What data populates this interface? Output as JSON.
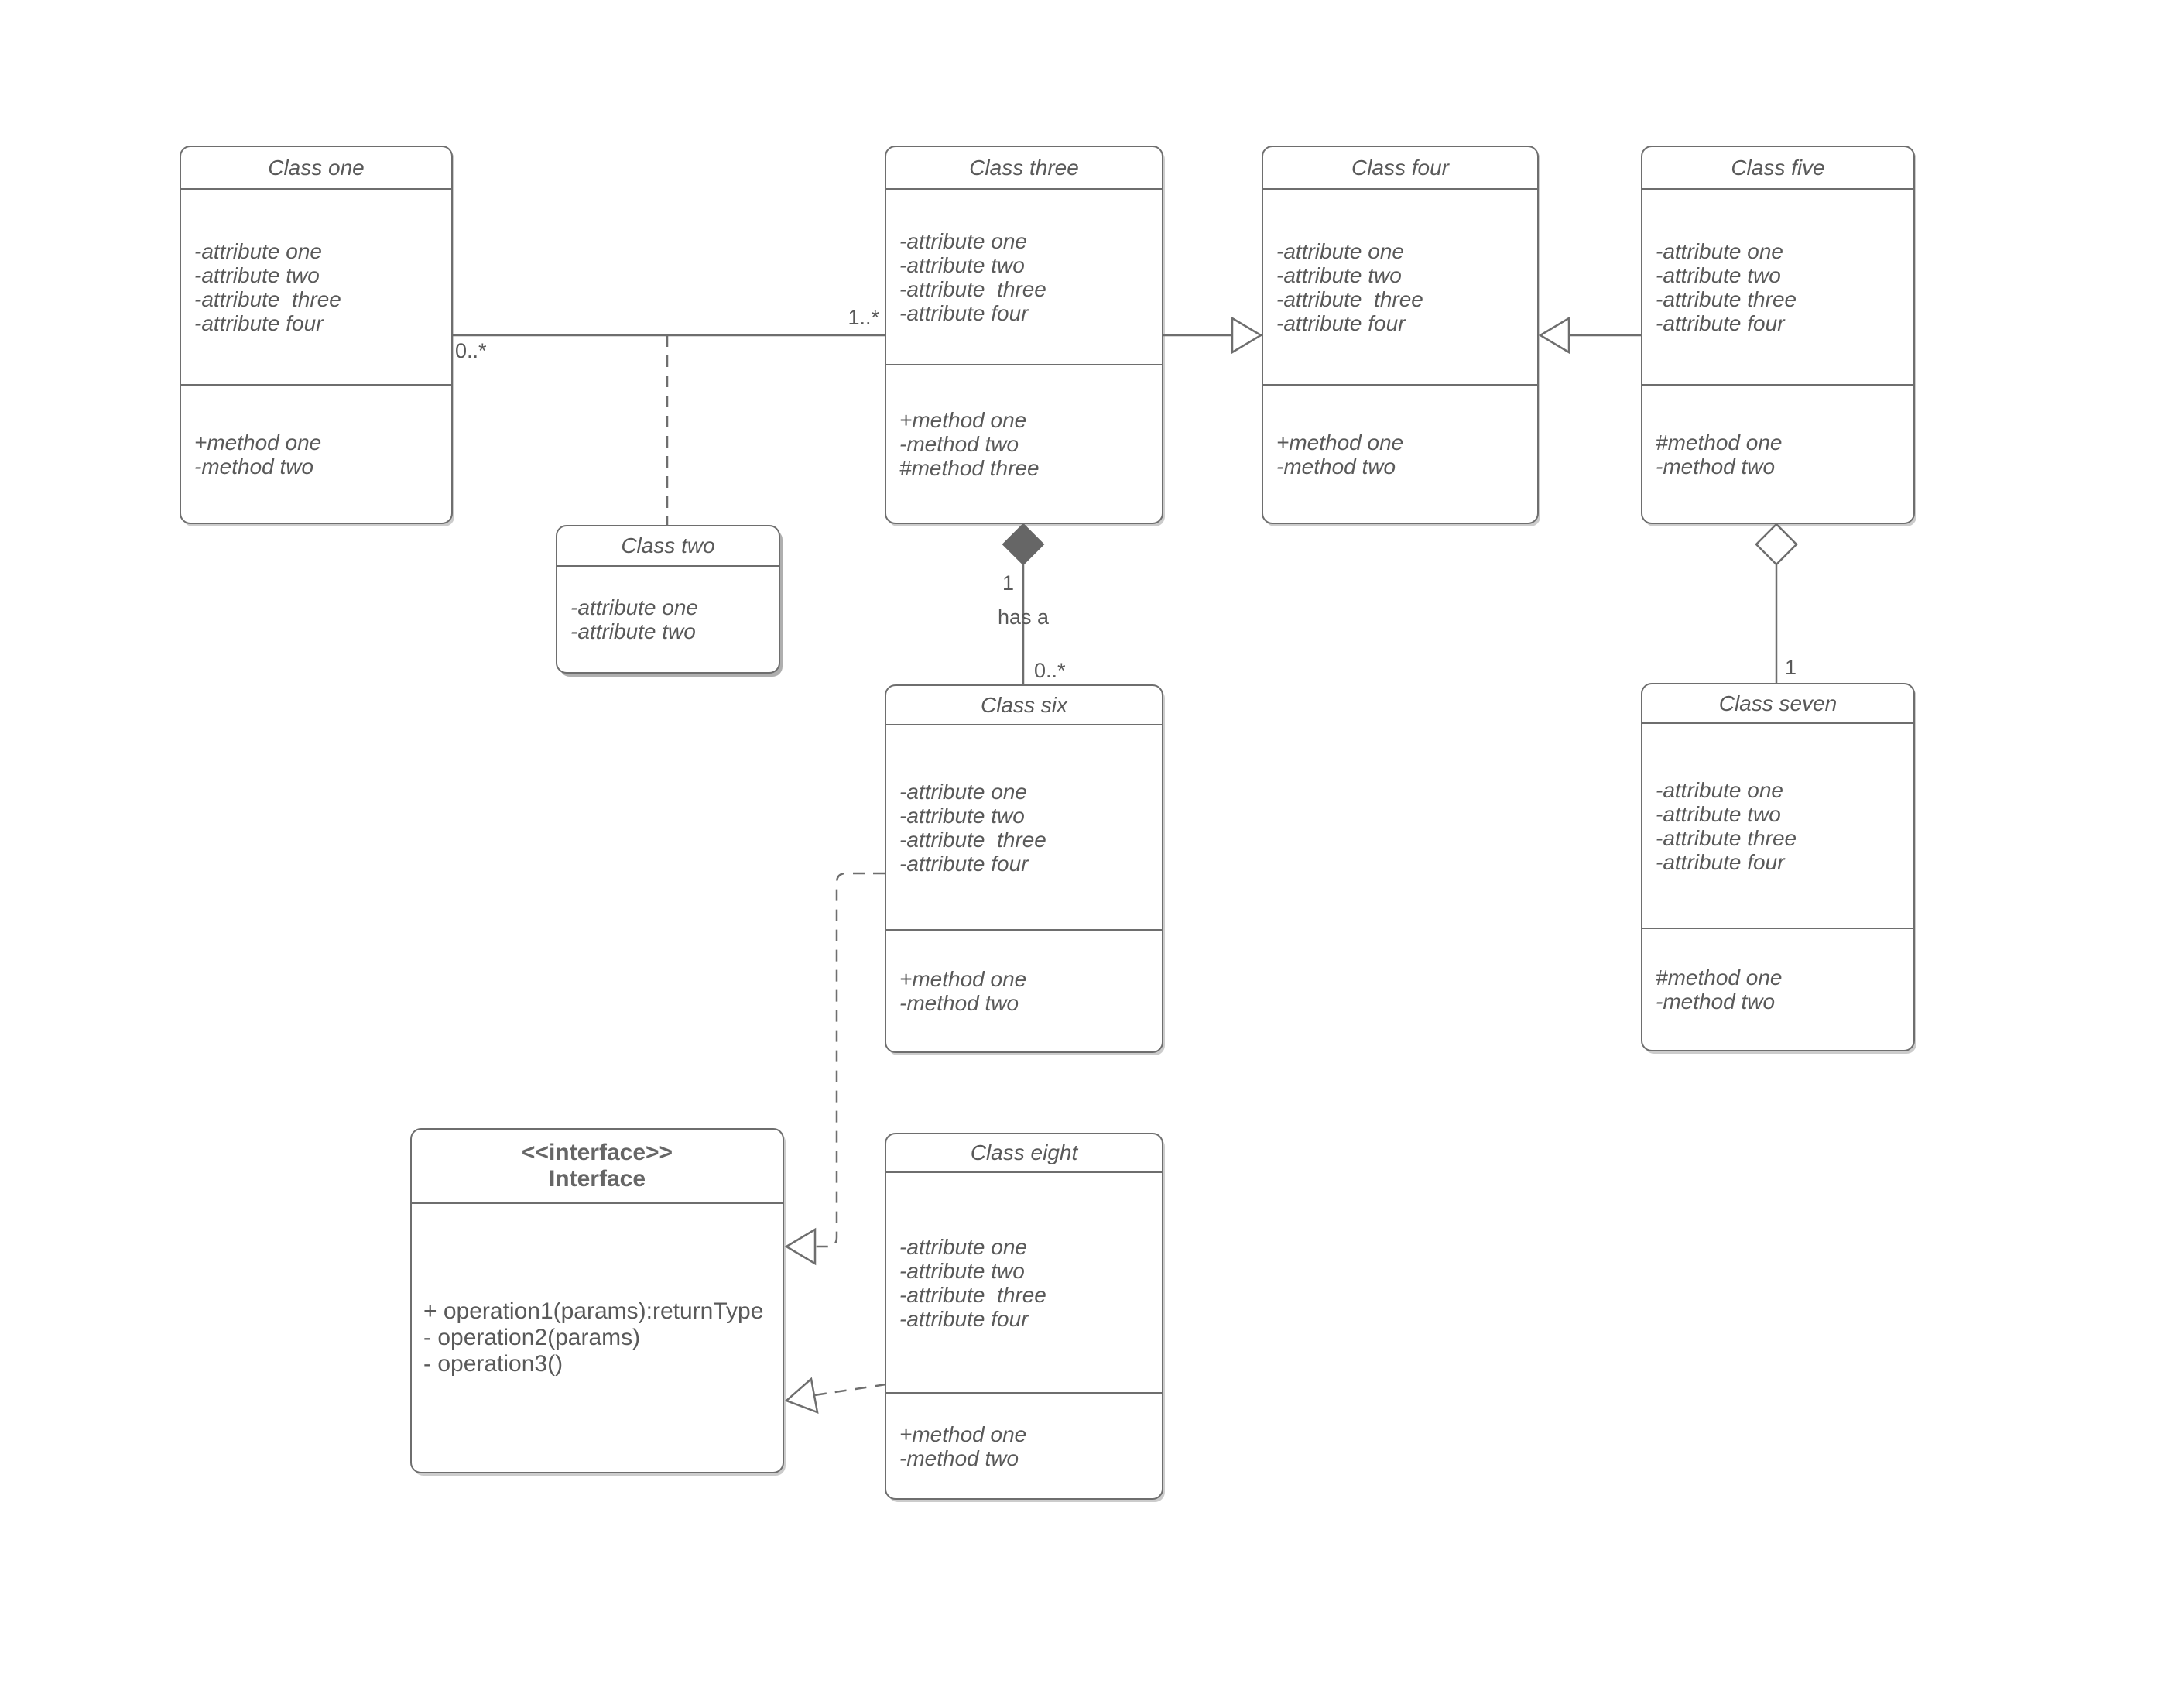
{
  "classes": {
    "one": {
      "title": "Class one",
      "attributes": [
        "-attribute one",
        "-attribute two",
        "-attribute  three",
        "-attribute four"
      ],
      "methods": [
        "+method one",
        "-method two"
      ]
    },
    "two": {
      "title": "Class two",
      "attributes": [
        "-attribute one",
        "-attribute two"
      ],
      "methods": []
    },
    "three": {
      "title": "Class three",
      "attributes": [
        "-attribute one",
        "-attribute two",
        "-attribute  three",
        "-attribute four"
      ],
      "methods": [
        "+method one",
        "-method two",
        "#method three"
      ]
    },
    "four": {
      "title": "Class four",
      "attributes": [
        "-attribute one",
        "-attribute two",
        "-attribute  three",
        "-attribute four"
      ],
      "methods": [
        "+method one",
        "-method two"
      ]
    },
    "five": {
      "title": "Class five",
      "attributes": [
        "-attribute one",
        "-attribute two",
        "-attribute three",
        "-attribute four"
      ],
      "methods": [
        "#method one",
        "-method two"
      ]
    },
    "six": {
      "title": "Class six",
      "attributes": [
        "-attribute one",
        "-attribute two",
        "-attribute  three",
        "-attribute four"
      ],
      "methods": [
        "+method one",
        "-method two"
      ]
    },
    "seven": {
      "title": "Class seven",
      "attributes": [
        "-attribute one",
        "-attribute two",
        "-attribute three",
        "-attribute four"
      ],
      "methods": [
        "#method one",
        "-method two"
      ]
    },
    "eight": {
      "title": "Class eight",
      "attributes": [
        "-attribute one",
        "-attribute two",
        "-attribute  three",
        "-attribute four"
      ],
      "methods": [
        "+method one",
        "-method two"
      ]
    },
    "interface": {
      "stereotype": "<<interface>>",
      "title": "Interface",
      "operations": [
        "+ operation1(params):returnType",
        "- operation2(params)",
        "- operation3()"
      ]
    }
  },
  "relationships": [
    {
      "type": "association",
      "from": "Class one",
      "to": "Class three",
      "from_multiplicity": "0..*",
      "to_multiplicity": "1..*"
    },
    {
      "type": "dependency",
      "style": "dashed",
      "from": "association Class one-Class three",
      "to": "Class two"
    },
    {
      "type": "generalization",
      "from": "Class three",
      "to": "Class four"
    },
    {
      "type": "generalization",
      "from": "Class five",
      "to": "Class four"
    },
    {
      "type": "composition",
      "from": "Class three",
      "to": "Class six",
      "source_multiplicity": "1",
      "name": "has a",
      "target_multiplicity": "0..*"
    },
    {
      "type": "aggregation",
      "from": "Class five",
      "to": "Class seven",
      "target_multiplicity": "1"
    },
    {
      "type": "realization",
      "style": "dashed",
      "from": "Class six",
      "to": "Interface"
    },
    {
      "type": "realization",
      "style": "dashed",
      "from": "Class eight",
      "to": "Interface"
    }
  ],
  "colors": {
    "background": "#ffffff",
    "stroke": "#6e6e6e",
    "text": "#595959",
    "composition_diamond_fill": "#666666"
  }
}
